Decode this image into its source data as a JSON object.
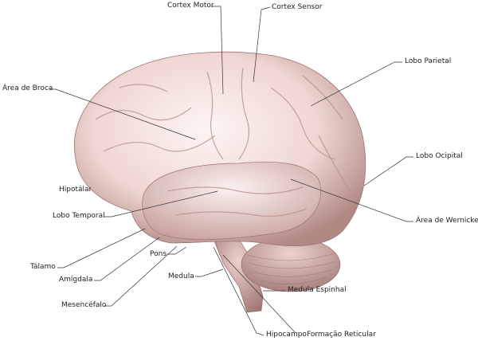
{
  "labels": {
    "cortex_motor": "Cortex Motor",
    "cortex_sensor": "Cortex Sensor",
    "lobo_parietal": "Lobo Parietal",
    "area_broca": "Área de Broca",
    "lobo_ocipital": "Lobo Ocipital",
    "hipotalamo": "Hipotálamo",
    "lobo_temporal": "Lobo Temporal",
    "area_wernicke": "Área de Wernicke",
    "talamo": "Tálamo",
    "pons": "Pons",
    "amigdala": "Amígdala",
    "medula": "Medula",
    "mesencefalo": "Mesencéfalo",
    "medula_espinhal": "Medula Espinhal",
    "hipocampo": "Hipocampo",
    "formacao_reticular": "Formação Reticular"
  },
  "colors": {
    "brain_light": "#fbeeec",
    "brain_mid": "#e9c8c4",
    "brain_dark": "#9c7470",
    "line": "#333333"
  }
}
